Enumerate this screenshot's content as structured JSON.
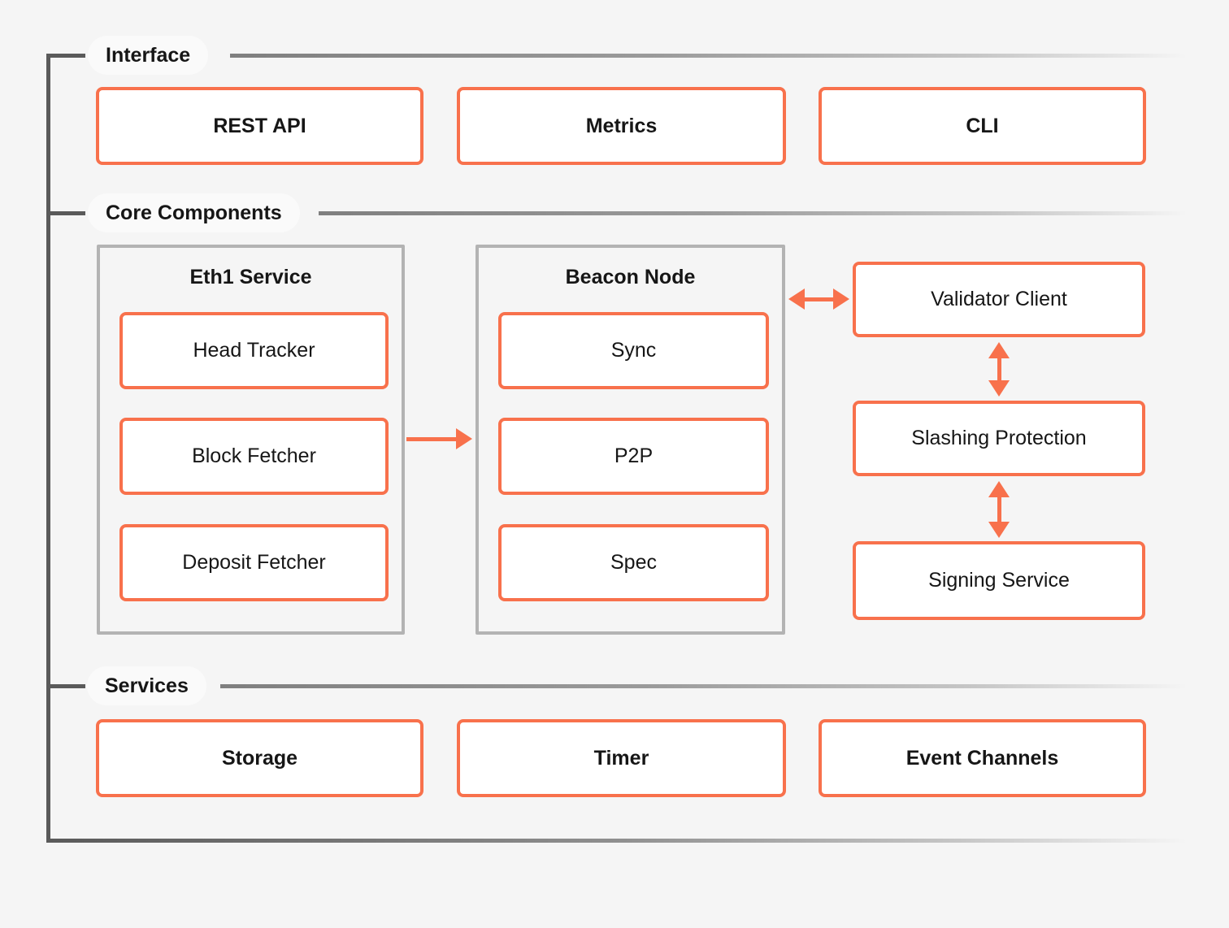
{
  "colors": {
    "background": "#f5f5f5",
    "accent": "#f8714c",
    "bracket": "#5a5a5a",
    "container_border": "#b3b3b3",
    "box_fill": "#ffffff",
    "label_pill": "#fafafa",
    "text": "#161616"
  },
  "sections": {
    "interface": {
      "label": "Interface",
      "boxes": [
        "REST API",
        "Metrics",
        "CLI"
      ]
    },
    "core_components": {
      "label": "Core Components",
      "eth1_service": {
        "title": "Eth1 Service",
        "items": [
          "Head Tracker",
          "Block Fetcher",
          "Deposit Fetcher"
        ]
      },
      "beacon_node": {
        "title": "Beacon Node",
        "items": [
          "Sync",
          "P2P",
          "Spec"
        ]
      },
      "validator_stack": [
        "Validator Client",
        "Slashing Protection",
        "Signing Service"
      ]
    },
    "services": {
      "label": "Services",
      "boxes": [
        "Storage",
        "Timer",
        "Event Channels"
      ]
    }
  }
}
